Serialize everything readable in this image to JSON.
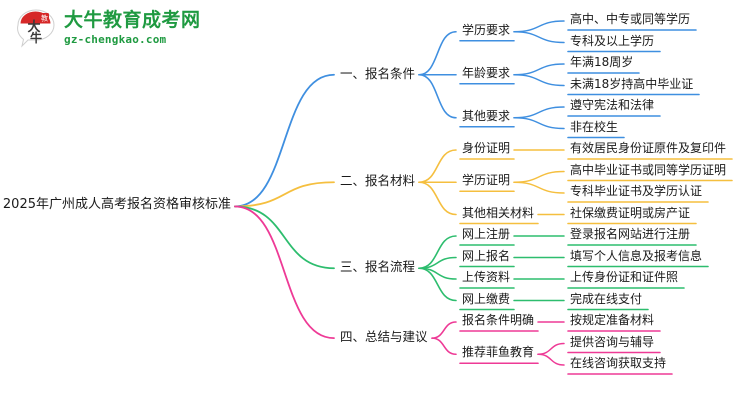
{
  "logo": {
    "mark_text": "大牛",
    "title": "大牛教育成考网",
    "subtitle": "gz-chengkao.com",
    "brand_green": "#1f9a41",
    "brand_red": "#d62828"
  },
  "mindmap": {
    "root": {
      "label": "2025年广州成人高考报名资格审核标准"
    },
    "colors": {
      "branch1": "#3f8fe0",
      "branch2": "#f5bf3f",
      "branch3": "#2dbd6e",
      "branch4": "#ee3a96"
    },
    "branches": [
      {
        "label": "一、报名条件",
        "color": "#3f8fe0",
        "children": [
          {
            "label": "学历要求",
            "leaves": [
              {
                "label": "高中、中专或同等学历"
              },
              {
                "label": "专科及以上学历"
              }
            ]
          },
          {
            "label": "年龄要求",
            "leaves": [
              {
                "label": "年满18周岁"
              },
              {
                "label": "未满18岁持高中毕业证"
              }
            ]
          },
          {
            "label": "其他要求",
            "leaves": [
              {
                "label": "遵守宪法和法律"
              },
              {
                "label": "非在校生"
              }
            ]
          }
        ]
      },
      {
        "label": "二、报名材料",
        "color": "#f5bf3f",
        "children": [
          {
            "label": "身份证明",
            "leaves": [
              {
                "label": "有效居民身份证原件及复印件"
              }
            ]
          },
          {
            "label": "学历证明",
            "leaves": [
              {
                "label": "高中毕业证书或同等学历证明"
              },
              {
                "label": "专科毕业证书及学历认证"
              }
            ]
          },
          {
            "label": "其他相关材料",
            "leaves": [
              {
                "label": "社保缴费证明或房产证"
              }
            ]
          }
        ]
      },
      {
        "label": "三、报名流程",
        "color": "#2dbd6e",
        "children": [
          {
            "label": "网上注册",
            "leaves": [
              {
                "label": "登录报名网站进行注册"
              }
            ]
          },
          {
            "label": "网上报名",
            "leaves": [
              {
                "label": "填写个人信息及报考信息"
              }
            ]
          },
          {
            "label": "上传资料",
            "leaves": [
              {
                "label": "上传身份证和证件照"
              }
            ]
          },
          {
            "label": "网上缴费",
            "leaves": [
              {
                "label": "完成在线支付"
              }
            ]
          }
        ]
      },
      {
        "label": "四、总结与建议",
        "color": "#ee3a96",
        "children": [
          {
            "label": "报名条件明确",
            "leaves": [
              {
                "label": "按规定准备材料"
              }
            ]
          },
          {
            "label": "推荐菲鱼教育",
            "leaves": [
              {
                "label": "提供咨询与辅导"
              },
              {
                "label": "在线咨询获取支持"
              }
            ]
          }
        ]
      }
    ]
  }
}
